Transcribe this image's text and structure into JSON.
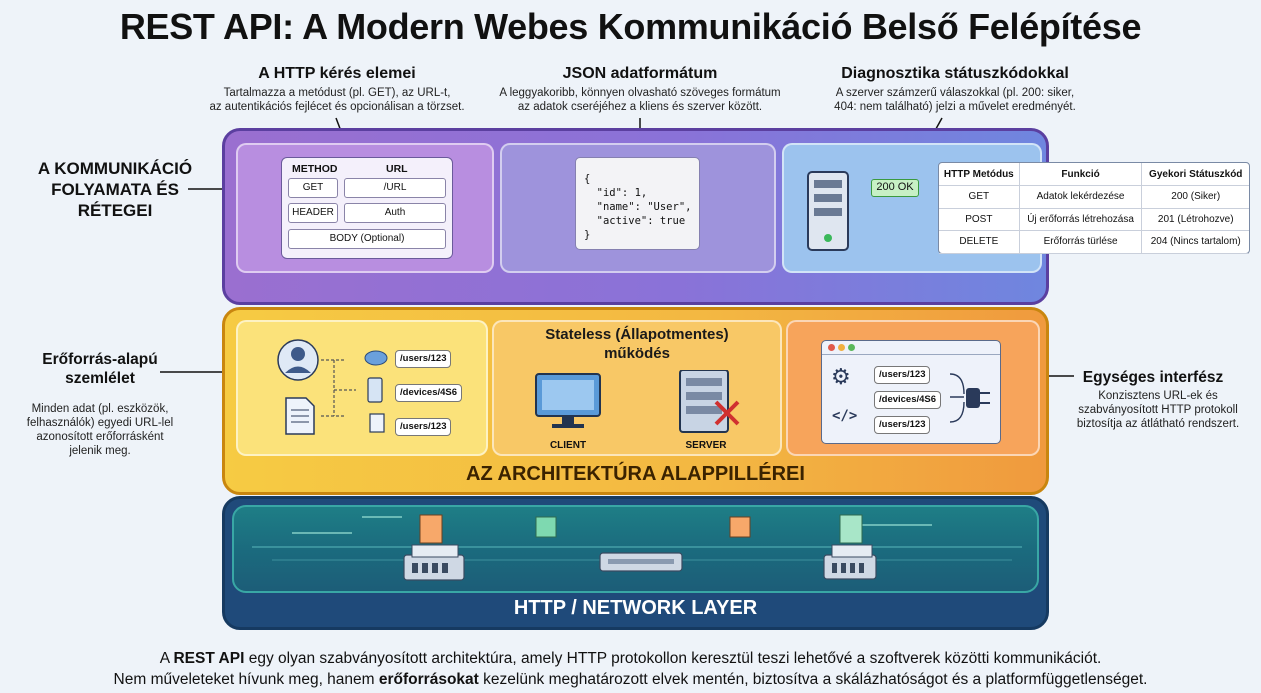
{
  "title": "REST API: A Modern Webes Kommunikáció Belső Felépítése",
  "callouts": {
    "http_request": {
      "title": "A HTTP kérés elemei",
      "desc_line1": "Tartalmazza a metódust (pl. GET), az URL-t,",
      "desc_line2": "az autentikációs fejlécet és opcionálisan a törzset."
    },
    "json": {
      "title": "JSON adatformátum",
      "desc_line1": "A leggyakoribb, könnyen olvasható szöveges formátum",
      "desc_line2": "az adatok cseréjéhez a kliens és szerver között."
    },
    "status": {
      "title": "Diagnosztika státuszkódokkal",
      "desc_line1": "A szerver számzerű válaszokkal (pl. 200: siker,",
      "desc_line2": "404: nem található) jelzi a művelet eredményét."
    }
  },
  "side_left_top": {
    "line1": "A KOMMUNIKÁCIÓ",
    "line2": "FOLYAMATA ÉS",
    "line3": "RÉTEGEI"
  },
  "side_left_mid": {
    "title_line1": "Erőforrás-alapú",
    "title_line2": "szemlélet",
    "desc_line1": "Minden adat (pl. eszközök,",
    "desc_line2": "felhasználók) egyedi URL-lel",
    "desc_line3": "azonosított erőforrásként",
    "desc_line4": "jelenik meg."
  },
  "side_right_mid": {
    "title": "Egységes interfész",
    "desc_line1": "Konzisztens URL-ek és",
    "desc_line2": "szabványosított HTTP protokoll",
    "desc_line3": "biztosítja az átlátható rendszert."
  },
  "request_box": {
    "col1": "METHOD",
    "col2": "URL",
    "row1_a": "GET",
    "row1_b": "/URL",
    "row2_a": "HEADER",
    "row2_b": "Auth",
    "row3": "BODY (Optional)"
  },
  "json_sample": "{\n  \"id\": 1,\n  \"name\": \"User\",\n  \"active\": true\n}",
  "status_badge": "200 OK",
  "status_table": {
    "headers": [
      "HTTP Metódus",
      "Funkció",
      "Gyekori Státuszkód"
    ],
    "rows": [
      [
        "GET",
        "Adatok lekérdezése",
        "200 (Siker)"
      ],
      [
        "POST",
        "Új erőforrás létrehozása",
        "201 (Létrohozve)"
      ],
      [
        "DELETE",
        "Erőforrás türlése",
        "204 (Nincs tartalom)"
      ]
    ]
  },
  "resources": {
    "urls": [
      "/users/123",
      "/devices/4S6",
      "/users/123"
    ]
  },
  "stateless": {
    "title_line1": "Stateless (Állapotmentes)",
    "title_line2": "működés",
    "client": "CLIENT",
    "server": "SERVER"
  },
  "uniform": {
    "urls": [
      "/users/123",
      "/devices/4S6",
      "/users/123"
    ]
  },
  "layer_labels": {
    "architecture": "AZ ARCHITEKTÚRA ALAPPILLÉREI",
    "network": "HTTP / NETWORK LAYER"
  },
  "footer": {
    "l1_a": "A ",
    "l1_b": "REST API",
    "l1_c": " egy olyan szabványosított architektúra, amely HTTP protokollon keresztül teszi lehetővé a szoftverek közötti kommunikációt.",
    "l2_a": "Nem műveleteket hívunk meg, hanem ",
    "l2_b": "erőforrásokat",
    "l2_c": " kezelünk meghatározott elvek mentén, biztosítva a skálázhatóságot és a platformfüggetlenséget."
  },
  "colors": {
    "purple_layer": "#9a6fd0",
    "yellow_layer": "#f6cb43",
    "network_layer": "#1f4a7a",
    "status_ok": "#c7f0c5"
  }
}
